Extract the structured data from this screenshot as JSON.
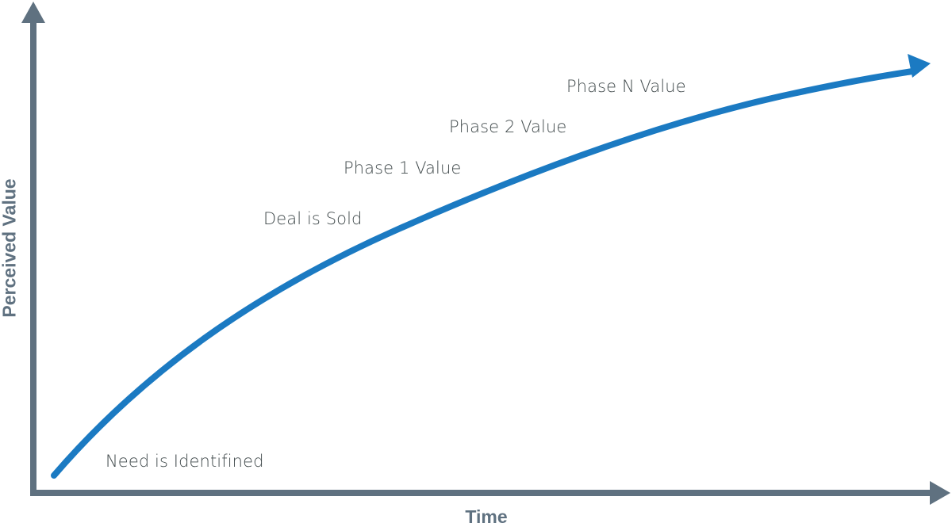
{
  "chart_data": {
    "type": "line",
    "title": "",
    "xlabel": "Time",
    "ylabel": "Perceived Value",
    "grid": false,
    "legend": null,
    "description": "Concave, increasing curve of perceived value over time, ending in an arrow",
    "annotations": [
      {
        "text": "Need is Identifined",
        "position": "start of curve, bottom-left"
      },
      {
        "text": "Deal is Sold",
        "position": "lower-middle of curve"
      },
      {
        "text": "Phase 1 Value",
        "position": "middle of curve"
      },
      {
        "text": "Phase 2 Value",
        "position": "upper-middle of curve"
      },
      {
        "text": "Phase N Value",
        "position": "upper-right of curve"
      }
    ],
    "x": [
      "Need is Identifined",
      "Deal is Sold",
      "Phase 1 Value",
      "Phase 2 Value",
      "Phase N Value"
    ],
    "series": [
      {
        "name": "Perceived Value",
        "values": [
          0.04,
          0.56,
          0.68,
          0.78,
          0.87
        ]
      }
    ],
    "xlim": [
      0,
      1
    ],
    "ylim": [
      0,
      1
    ]
  },
  "axes": {
    "x_label": "Time",
    "y_label": "Perceived Value"
  },
  "labels": {
    "need": "Need is Identifined",
    "deal": "Deal is Sold",
    "phase1": "Phase 1 Value",
    "phase2": "Phase 2 Value",
    "phaseN": "Phase N Value"
  },
  "colors": {
    "axis": "#5f7180",
    "curve": "#1b7ac2",
    "label_text": "#414a4c",
    "axis_label_text": "#5f7180"
  }
}
